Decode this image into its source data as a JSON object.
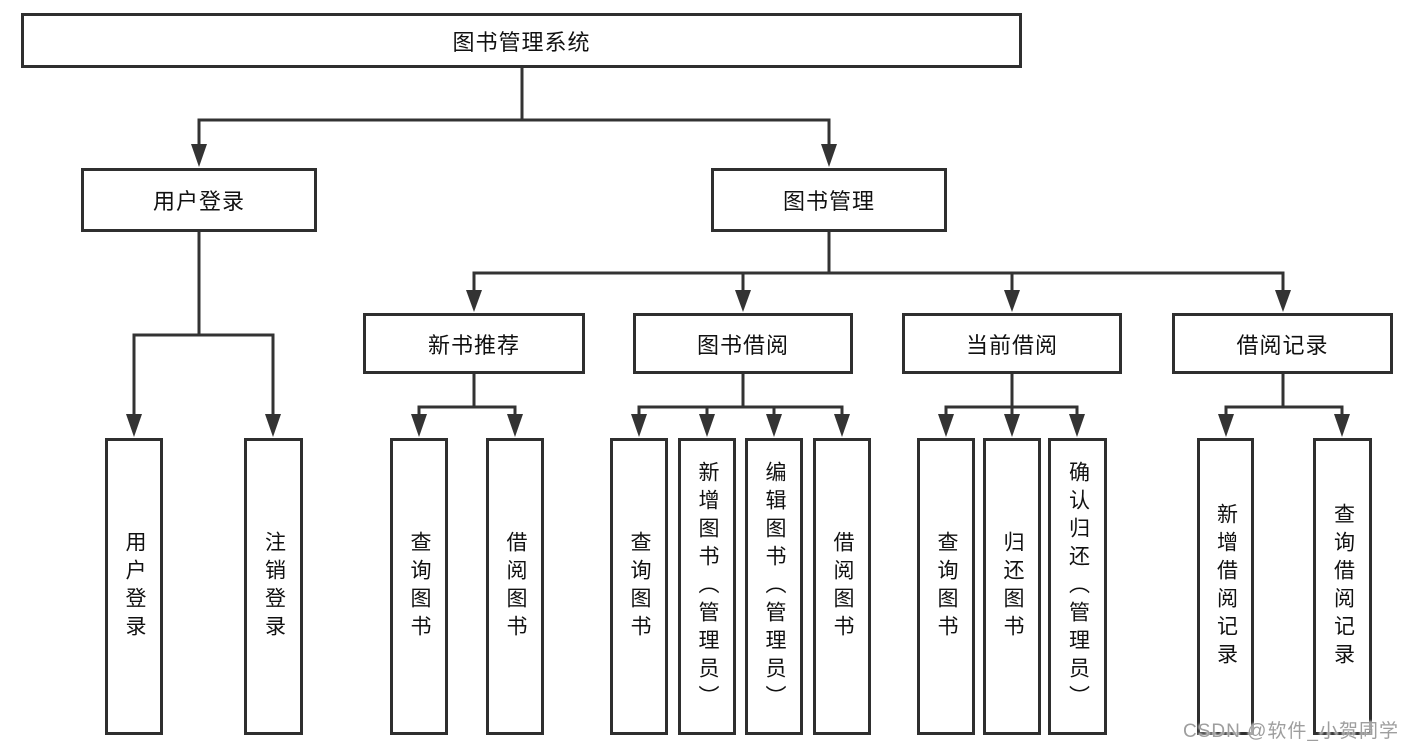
{
  "diagram": {
    "title": "图书管理系统",
    "branches": [
      {
        "label": "用户登录",
        "leaves": [
          {
            "label": "用户登录"
          },
          {
            "label": "注销登录"
          }
        ]
      },
      {
        "label": "图书管理",
        "groups": [
          {
            "label": "新书推荐",
            "leaves": [
              {
                "label": "查询图书"
              },
              {
                "label": "借阅图书"
              }
            ]
          },
          {
            "label": "图书借阅",
            "leaves": [
              {
                "label": "查询图书"
              },
              {
                "label": "新增图书（管理员）"
              },
              {
                "label": "编辑图书（管理员）"
              },
              {
                "label": "借阅图书"
              }
            ]
          },
          {
            "label": "当前借阅",
            "leaves": [
              {
                "label": "查询图书"
              },
              {
                "label": "归还图书"
              },
              {
                "label": "确认归还（管理员）"
              }
            ]
          },
          {
            "label": "借阅记录",
            "leaves": [
              {
                "label": "新增借阅记录"
              },
              {
                "label": "查询借阅记录"
              }
            ]
          }
        ]
      }
    ]
  },
  "watermark": {
    "text": "CSDN @软件_小贺同学",
    "color": "#9e9e9e"
  },
  "colors": {
    "line": "#333333",
    "box_border": "#2f2f2f",
    "background": "#ffffff",
    "text": "#111111"
  }
}
